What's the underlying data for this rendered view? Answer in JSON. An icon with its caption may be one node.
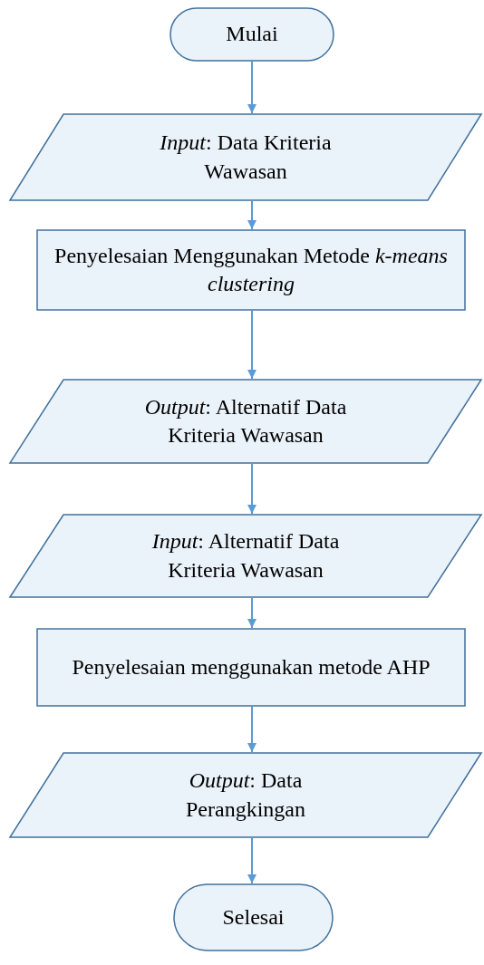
{
  "diagram": {
    "nodes": [
      {
        "text": [
          "Mulai"
        ]
      },
      {
        "text": [
          "*Input*: Data Kriteria Wawasan"
        ]
      },
      {
        "text": [
          "Penyelesaian Menggunakan Metode *k-means clustering*"
        ]
      },
      {
        "text": [
          "*Output*: Alternatif Data Kriteria Wawasan"
        ]
      },
      {
        "text": [
          "*Input*: Alternatif Data Kriteria Wawasan"
        ]
      },
      {
        "text": [
          "Penyelesaian menggunakan metode AHP"
        ]
      },
      {
        "text": [
          "*Output*: Data Perangkingan"
        ]
      },
      {
        "text": [
          "Selesai"
        ]
      }
    ],
    "edges": [
      {
        "from": 0,
        "to": 1,
        "arrow": "to"
      },
      {
        "from": 1,
        "to": 2,
        "arrow": "to"
      },
      {
        "from": 2,
        "to": 3,
        "arrow": "to"
      },
      {
        "from": 3,
        "to": 4,
        "arrow": "to"
      },
      {
        "from": 4,
        "to": 5,
        "arrow": "to"
      },
      {
        "from": 5,
        "to": 6,
        "arrow": "to"
      },
      {
        "from": 6,
        "to": 7,
        "arrow": "to"
      }
    ]
  }
}
